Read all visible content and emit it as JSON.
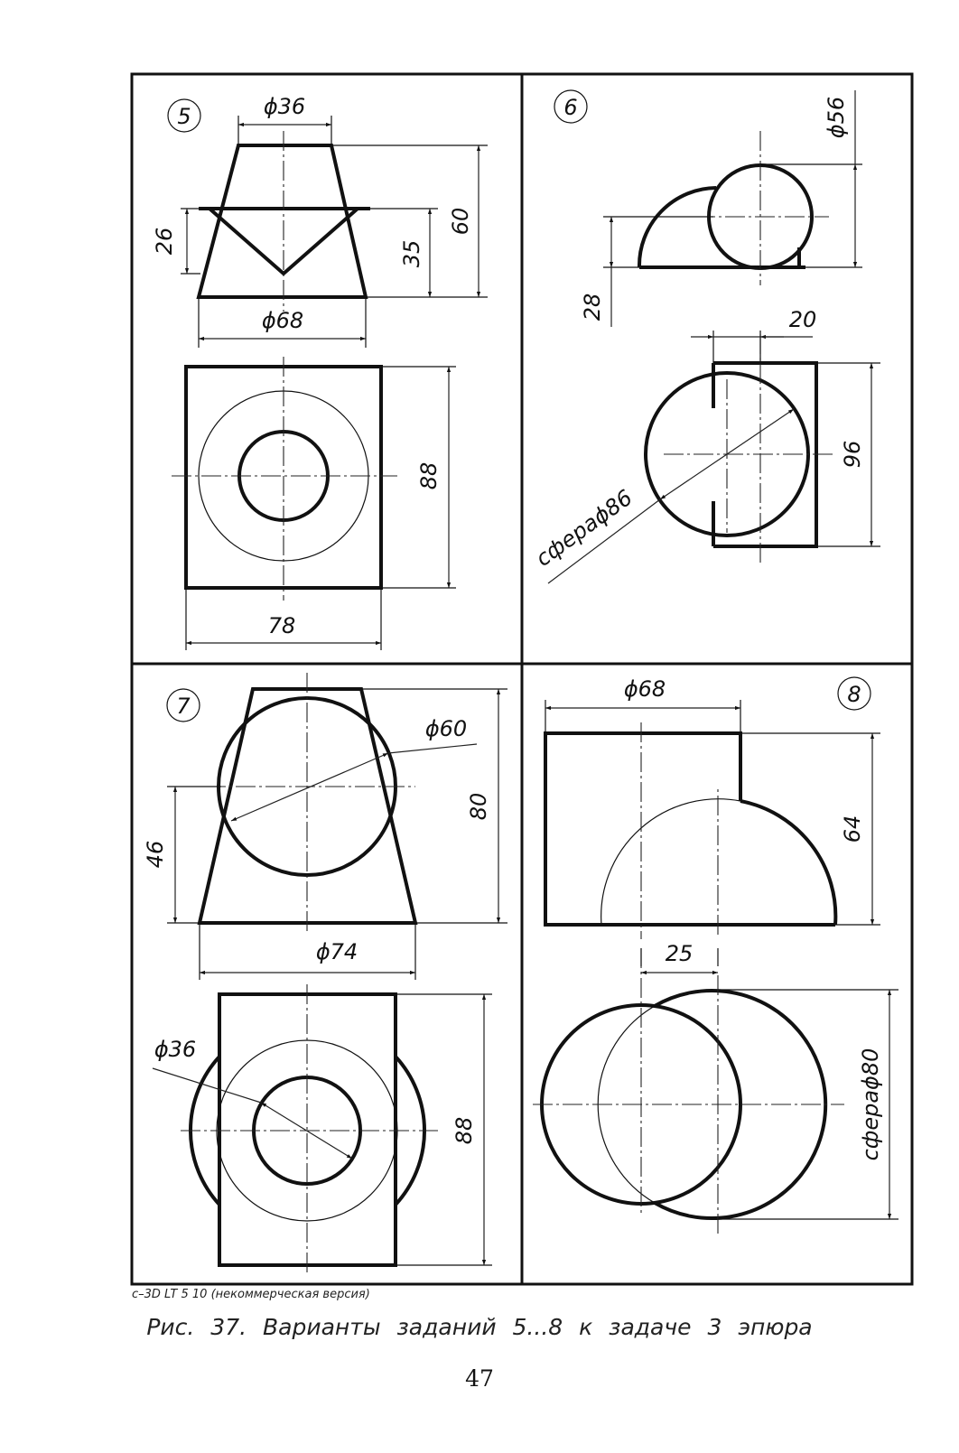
{
  "panels": [
    {
      "number": "5",
      "dims": {
        "top_diameter": "ϕ36",
        "bottom_diameter": "ϕ68",
        "height_left": "26",
        "height_inner": "35",
        "height_total": "60",
        "plan_height": "88",
        "plan_width": "78"
      }
    },
    {
      "number": "6",
      "dims": {
        "diameter": "ϕ56",
        "height": "28",
        "offset": "20",
        "sphere": "сфераϕ86",
        "plan_height": "96"
      }
    },
    {
      "number": "7",
      "dims": {
        "sphere_diameter": "ϕ60",
        "height_left": "46",
        "height_total": "80",
        "bottom_diameter": "ϕ74",
        "inner_diameter": "ϕ36",
        "plan_height": "88"
      }
    },
    {
      "number": "8",
      "dims": {
        "top_diameter": "ϕ68",
        "height": "64",
        "offset": "25",
        "sphere": "сфераϕ80"
      }
    }
  ],
  "watermark": "с–3D LT 5 10 (некоммерческая версия)",
  "caption": "Рис. 37. Варианты заданий 5...8 к задаче 3 эпюра",
  "page_number": "47"
}
